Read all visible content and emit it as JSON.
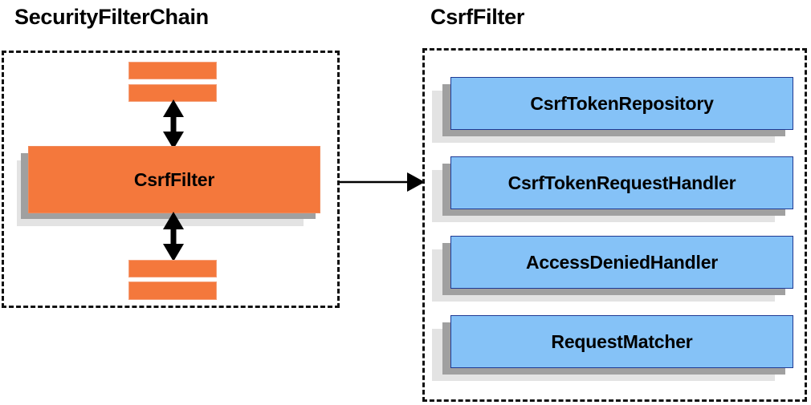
{
  "diagram": {
    "type": "block-diagram",
    "background": "#ffffff",
    "colors": {
      "orange_fill": "#f4783c",
      "blue_fill": "#85c2f7",
      "blue_border": "#1f3a93",
      "shadow_dark": "#a0a0a0",
      "shadow_light": "#e3e3e3",
      "outline": "#111111",
      "text": "#000000"
    },
    "panels": [
      {
        "id": "security-filter-chain",
        "title": "SecurityFilterChain",
        "boxes": [
          {
            "id": "csrf-filter",
            "label": "CsrfFilter",
            "style": "orange"
          }
        ],
        "unlabeled_bars": 4,
        "connectors": [
          "double-arrow-up",
          "double-arrow-down"
        ]
      },
      {
        "id": "csrf-filter-detail",
        "title": "CsrfFilter",
        "boxes": [
          {
            "id": "csrf-token-repository",
            "label": "CsrfTokenRepository",
            "style": "blue"
          },
          {
            "id": "csrf-token-request-handler",
            "label": "CsrfTokenRequestHandler",
            "style": "blue"
          },
          {
            "id": "access-denied-handler",
            "label": "AccessDeniedHandler",
            "style": "blue"
          },
          {
            "id": "request-matcher",
            "label": "RequestMatcher",
            "style": "blue"
          }
        ]
      }
    ],
    "cross_panel_arrow": {
      "id": "expand-arrow",
      "from": "security-filter-chain.csrf-filter",
      "to": "csrf-filter-detail",
      "direction": "right"
    }
  }
}
